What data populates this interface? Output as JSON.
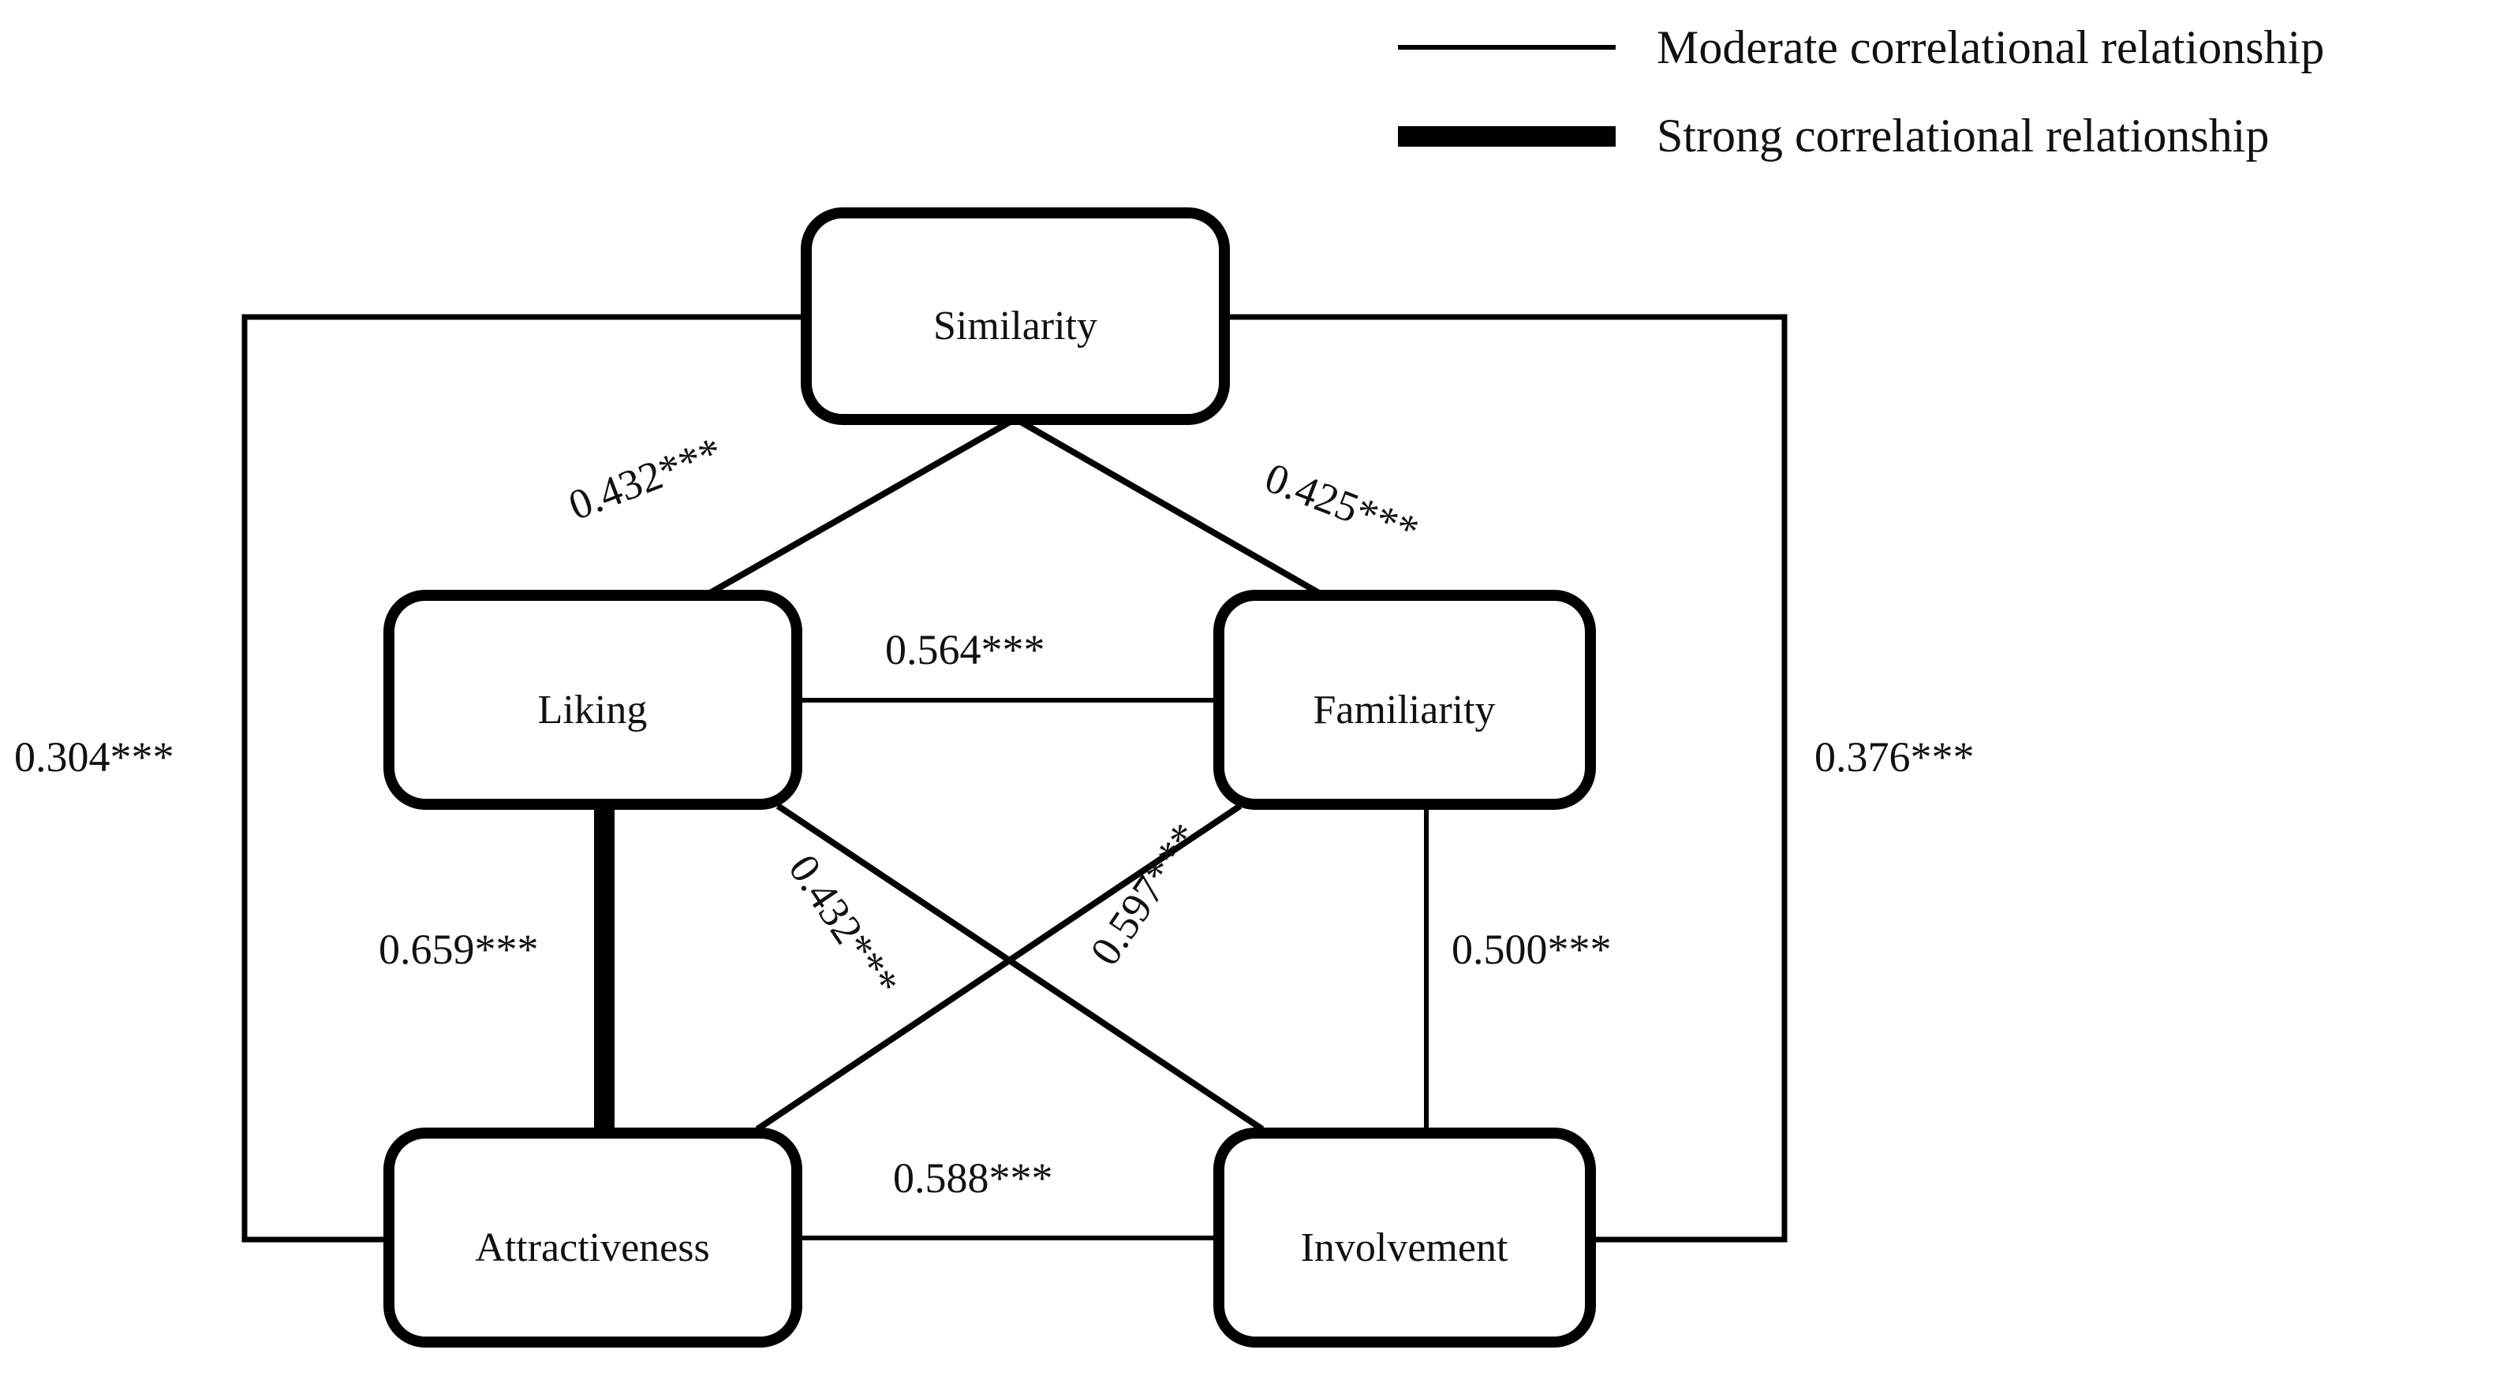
{
  "figure": {
    "type": "correlation-network-diagram",
    "background": "#ffffff",
    "line_color": "#000000"
  },
  "legend": {
    "items": [
      {
        "swatch": "thin-line-swatch",
        "label": "Moderate correlational relationship",
        "stroke_width": 6
      },
      {
        "swatch": "thick-line-swatch",
        "label": "Strong correlational relationship",
        "stroke_width": 24
      }
    ]
  },
  "nodes": [
    {
      "id": "similarity",
      "label": "Similarity"
    },
    {
      "id": "liking",
      "label": "Liking"
    },
    {
      "id": "familiarity",
      "label": "Familiarity"
    },
    {
      "id": "attractiveness",
      "label": "Attractiveness"
    },
    {
      "id": "involvement",
      "label": "Involvement"
    }
  ],
  "edges": [
    {
      "id": "similarity-liking",
      "source": "Similarity",
      "target": "Liking",
      "label": "0.432***",
      "strength": "moderate"
    },
    {
      "id": "similarity-familiarity",
      "source": "Similarity",
      "target": "Familiarity",
      "label": "0.425***",
      "strength": "moderate"
    },
    {
      "id": "liking-familiarity",
      "source": "Liking",
      "target": "Familiarity",
      "label": "0.564***",
      "strength": "moderate"
    },
    {
      "id": "liking-attractiveness",
      "source": "Liking",
      "target": "Attractiveness",
      "label": "0.659***",
      "strength": "strong"
    },
    {
      "id": "liking-involvement",
      "source": "Liking",
      "target": "Involvement",
      "label": "0.432***",
      "strength": "moderate"
    },
    {
      "id": "familiarity-attractiveness",
      "source": "Familiarity",
      "target": "Attractiveness",
      "label": "0.597***",
      "strength": "moderate"
    },
    {
      "id": "familiarity-involvement",
      "source": "Familiarity",
      "target": "Involvement",
      "label": "0.500***",
      "strength": "moderate"
    },
    {
      "id": "attractiveness-involvement",
      "source": "Attractiveness",
      "target": "Involvement",
      "label": "0.588***",
      "strength": "moderate"
    },
    {
      "id": "similarity-attractiveness",
      "source": "Similarity",
      "target": "Attractiveness",
      "label": "0.304***",
      "strength": "moderate"
    },
    {
      "id": "similarity-involvement",
      "source": "Similarity",
      "target": "Involvement",
      "label": "0.376***",
      "strength": "moderate"
    }
  ],
  "chart_data": {
    "type": "diagram",
    "title": "",
    "variables": [
      "Similarity",
      "Liking",
      "Familiarity",
      "Attractiveness",
      "Involvement"
    ],
    "correlations": [
      {
        "pair": [
          "Similarity",
          "Liking"
        ],
        "value": 0.432,
        "significance": "***"
      },
      {
        "pair": [
          "Similarity",
          "Familiarity"
        ],
        "value": 0.425,
        "significance": "***"
      },
      {
        "pair": [
          "Similarity",
          "Attractiveness"
        ],
        "value": 0.304,
        "significance": "***"
      },
      {
        "pair": [
          "Similarity",
          "Involvement"
        ],
        "value": 0.376,
        "significance": "***"
      },
      {
        "pair": [
          "Liking",
          "Familiarity"
        ],
        "value": 0.564,
        "significance": "***"
      },
      {
        "pair": [
          "Liking",
          "Attractiveness"
        ],
        "value": 0.659,
        "significance": "***"
      },
      {
        "pair": [
          "Liking",
          "Involvement"
        ],
        "value": 0.432,
        "significance": "***"
      },
      {
        "pair": [
          "Familiarity",
          "Attractiveness"
        ],
        "value": 0.597,
        "significance": "***"
      },
      {
        "pair": [
          "Familiarity",
          "Involvement"
        ],
        "value": 0.5,
        "significance": "***"
      },
      {
        "pair": [
          "Attractiveness",
          "Involvement"
        ],
        "value": 0.588,
        "significance": "***"
      }
    ],
    "legend": [
      "Moderate correlational relationship",
      "Strong correlational relationship"
    ]
  }
}
